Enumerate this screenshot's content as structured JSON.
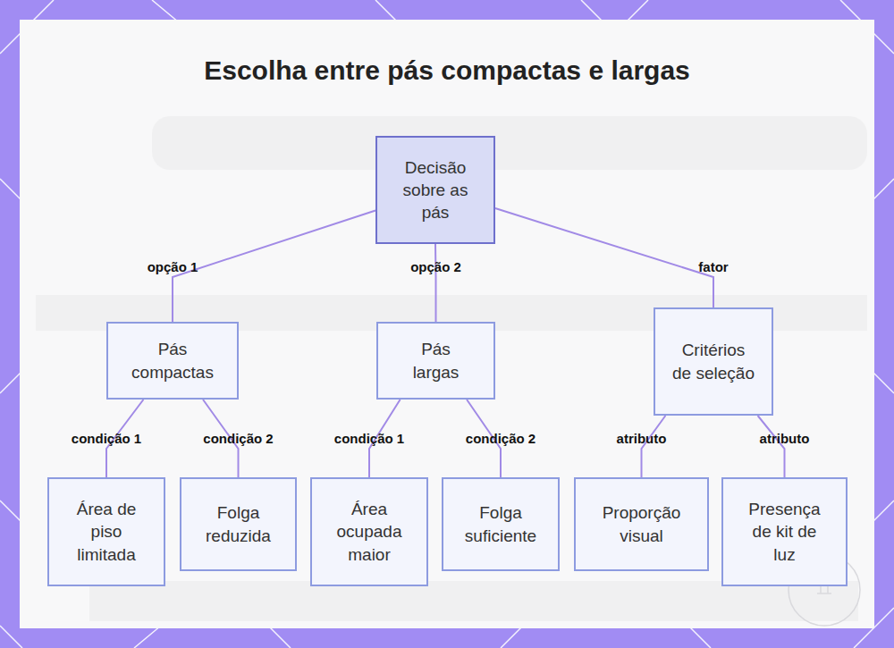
{
  "diagram": {
    "title": "Escolha entre pás compactas e largas",
    "nodes": [
      {
        "text": [
          "Decisão sobre as pás"
        ]
      },
      {
        "text": [
          "Pás compactas"
        ]
      },
      {
        "text": [
          "Pás largas"
        ]
      },
      {
        "text": [
          "Critérios de seleção"
        ]
      },
      {
        "text": [
          "Área de piso limitada"
        ]
      },
      {
        "text": [
          "Folga reduzida"
        ]
      },
      {
        "text": [
          "Área ocupada maior"
        ]
      },
      {
        "text": [
          "Folga suficiente"
        ]
      },
      {
        "text": [
          "Proporção visual"
        ]
      },
      {
        "text": [
          "Presença de kit de luz"
        ]
      }
    ],
    "edges": [
      {
        "from": 0,
        "to": 1,
        "label": "opção 1",
        "arrow": "none"
      },
      {
        "from": 0,
        "to": 2,
        "label": "opção 2",
        "arrow": "none"
      },
      {
        "from": 0,
        "to": 3,
        "label": "fator",
        "arrow": "none"
      },
      {
        "from": 1,
        "to": 4,
        "label": "condição 1",
        "arrow": "none"
      },
      {
        "from": 1,
        "to": 5,
        "label": "condição 2",
        "arrow": "none"
      },
      {
        "from": 2,
        "to": 6,
        "label": "condição 1",
        "arrow": "none"
      },
      {
        "from": 2,
        "to": 7,
        "label": "condição 2",
        "arrow": "none"
      },
      {
        "from": 3,
        "to": 8,
        "label": "atributo",
        "arrow": "none"
      },
      {
        "from": 3,
        "to": 9,
        "label": "atributo",
        "arrow": "none"
      }
    ]
  }
}
